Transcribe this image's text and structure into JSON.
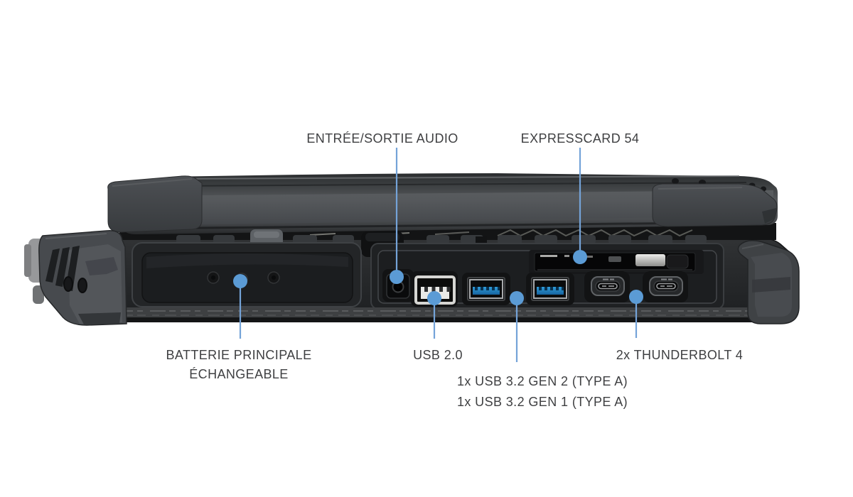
{
  "figure": {
    "type": "product-port-diagram",
    "device": "rugged-laptop-side-view",
    "background_color": "#ffffff"
  },
  "style": {
    "leader_line_color": "#74a3d8",
    "leader_dot_color": "#5b9bd5",
    "label_text_color": "#3e3f41"
  },
  "callouts": [
    {
      "id": "audio-in-out",
      "label": "ENTRÉE/SORTIE AUDIO",
      "placement": "top"
    },
    {
      "id": "expresscard-54",
      "label": "EXPRESSCARD 54",
      "placement": "top"
    },
    {
      "id": "main-battery",
      "label": "BATTERIE PRINCIPALE",
      "label2": "ÉCHANGEABLE",
      "placement": "bottom"
    },
    {
      "id": "usb-2-0",
      "label": "USB 2.0",
      "placement": "bottom"
    },
    {
      "id": "usb-3-2",
      "label": "1x USB 3.2 GEN 2 (TYPE A)",
      "label2": "1x USB 3.2 GEN 1 (TYPE A)",
      "placement": "bottom"
    },
    {
      "id": "thunderbolt-4",
      "label": "2x THUNDERBOLT 4",
      "placement": "bottom"
    }
  ]
}
